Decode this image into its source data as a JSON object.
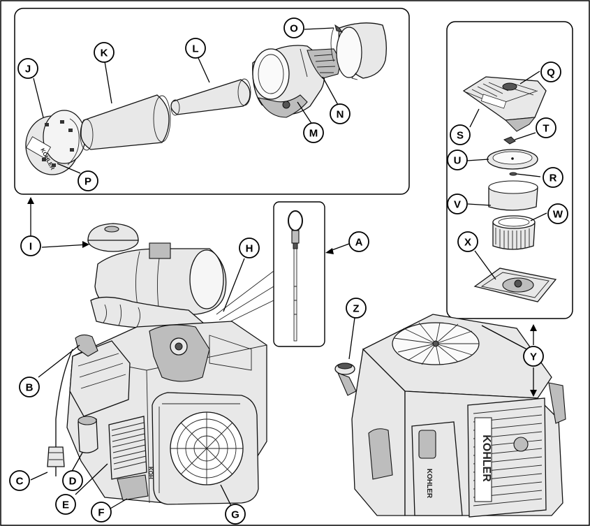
{
  "title": "",
  "brand_text": "KOHLER",
  "callouts": [
    {
      "id": "J",
      "label": "J"
    },
    {
      "id": "K",
      "label": "K"
    },
    {
      "id": "L",
      "label": "L"
    },
    {
      "id": "O",
      "label": "O"
    },
    {
      "id": "N",
      "label": "N"
    },
    {
      "id": "M",
      "label": "M"
    },
    {
      "id": "P",
      "label": "P"
    },
    {
      "id": "Q",
      "label": "Q"
    },
    {
      "id": "S",
      "label": "S"
    },
    {
      "id": "T",
      "label": "T"
    },
    {
      "id": "U",
      "label": "U"
    },
    {
      "id": "R",
      "label": "R"
    },
    {
      "id": "V",
      "label": "V"
    },
    {
      "id": "W",
      "label": "W"
    },
    {
      "id": "X",
      "label": "X"
    },
    {
      "id": "Y",
      "label": "Y"
    },
    {
      "id": "Z",
      "label": "Z"
    },
    {
      "id": "I",
      "label": "I"
    },
    {
      "id": "H",
      "label": "H"
    },
    {
      "id": "A",
      "label": "A"
    },
    {
      "id": "B",
      "label": "B"
    },
    {
      "id": "C",
      "label": "C"
    },
    {
      "id": "D",
      "label": "D"
    },
    {
      "id": "E",
      "label": "E"
    },
    {
      "id": "F",
      "label": "F"
    },
    {
      "id": "G",
      "label": "G"
    }
  ]
}
